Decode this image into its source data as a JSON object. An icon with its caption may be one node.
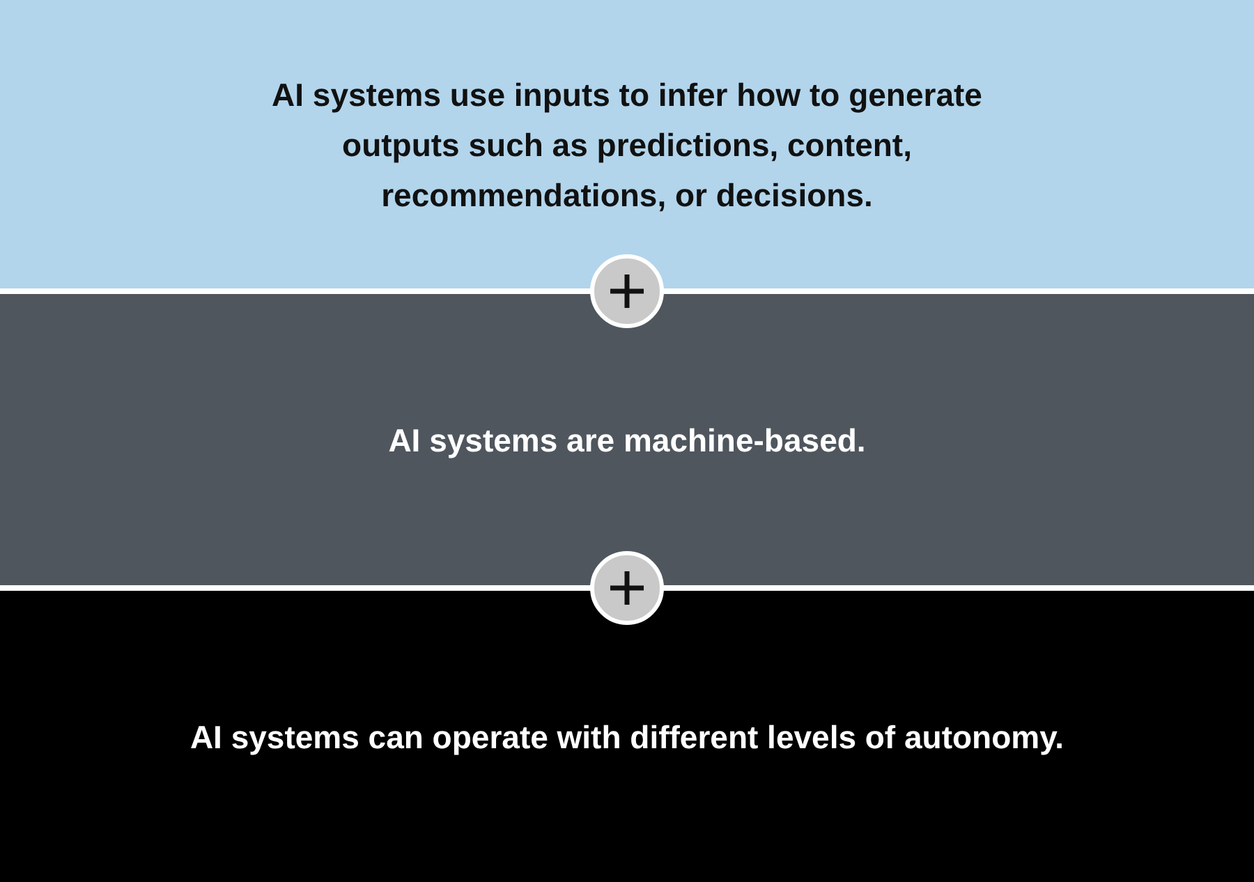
{
  "diagram": {
    "nodes": [
      {
        "text": [
          "AI systems use inputs to infer how to generate outputs such as predictions, content, recommendations, or decisions."
        ]
      },
      {
        "text": [
          "AI systems are machine-based."
        ]
      },
      {
        "text": [
          "AI systems can operate with different levels of autonomy."
        ]
      }
    ]
  }
}
